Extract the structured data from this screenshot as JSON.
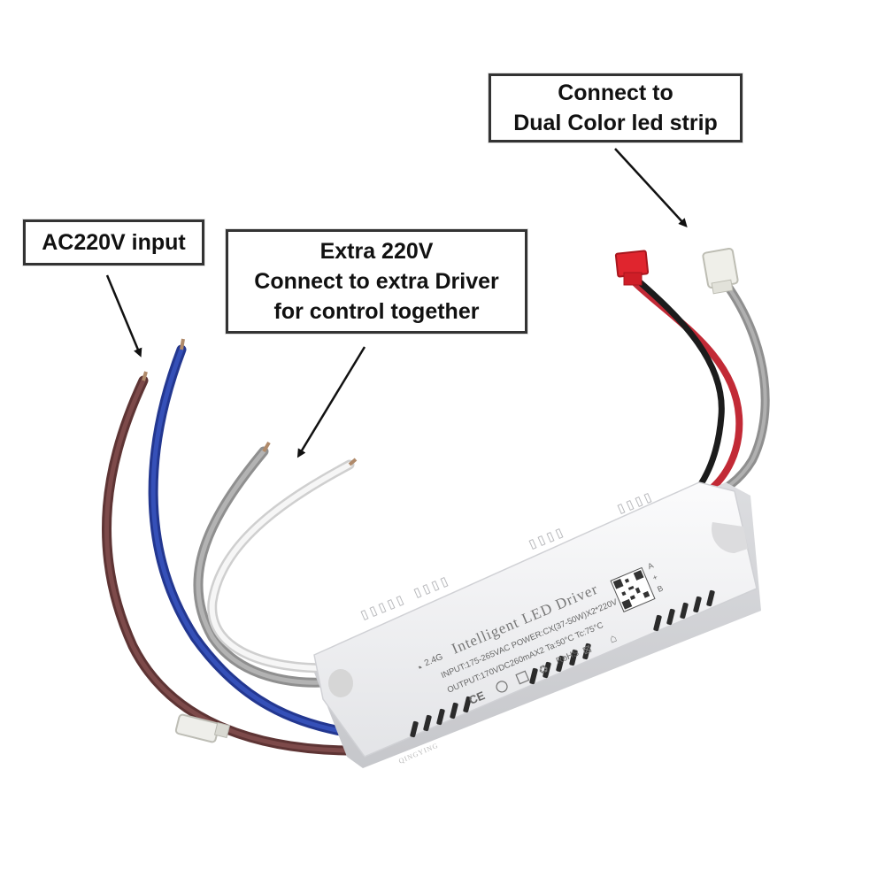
{
  "callouts": {
    "ac_input": {
      "line1": "AC220V input"
    },
    "extra": {
      "line1": "Extra 220V",
      "line2": "Connect to extra Driver",
      "line3": "for control together"
    },
    "dual": {
      "line1": "Connect to",
      "line2": "Dual Color led strip"
    }
  },
  "driver": {
    "title": "Intelligent LED Driver",
    "band": "2.4G",
    "input_spec": "INPUT:175-265VAC POWER:CX(37-50W)X2*220V",
    "output_spec": "OUTPUT:170VDC260mAX2 Ta:50°C Tc:75°C",
    "rohs": "RoHS",
    "marks": [
      "CE"
    ],
    "terminals": [
      "A",
      "+",
      "B"
    ],
    "watermark": "QINGYING"
  },
  "colors": {
    "wire_brown": "#6b3b3b",
    "wire_blue": "#2a3fa0",
    "wire_gray": "#9a9a9a",
    "wire_white": "#ececec",
    "wire_red": "#d8323f",
    "wire_black": "#1c1c1c",
    "connector_red": "#e0252e",
    "box_body": "#f1f2f4"
  }
}
